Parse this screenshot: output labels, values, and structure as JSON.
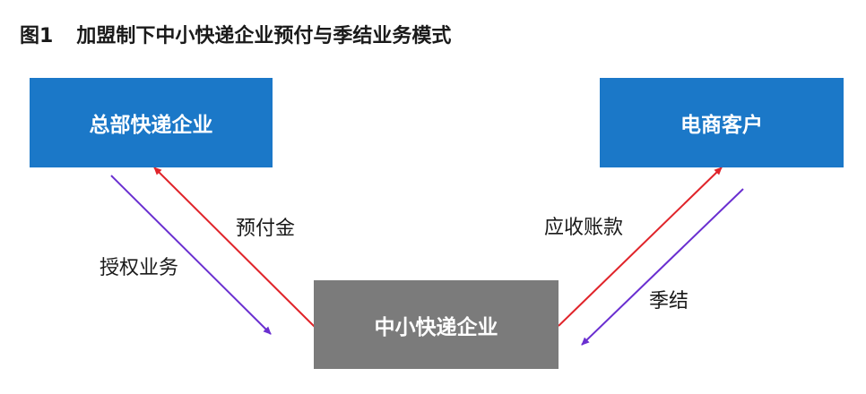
{
  "title": {
    "figure_number": "图1",
    "text": "加盟制下中小快递企业预付与季结业务模式"
  },
  "nodes": {
    "headquarters": "总部快递企业",
    "ecommerce_client": "电商客户",
    "local_express": "中小快递企业"
  },
  "edges": {
    "prepayment": "预付金",
    "authorized_business": "授权业务",
    "accounts_receivable": "应收账款",
    "quarterly_settlement": "季结"
  },
  "colors": {
    "blue_box": "#1b78c8",
    "gray_box": "#7b7b7b",
    "red_arrow": "#e0242a",
    "purple_arrow": "#6a2fd0"
  }
}
